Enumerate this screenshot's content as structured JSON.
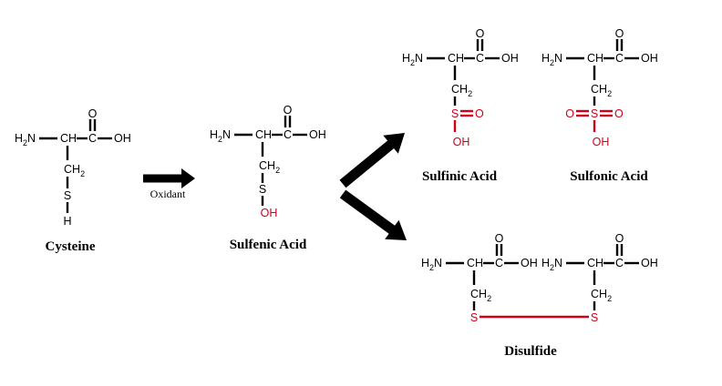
{
  "colors": {
    "bond": "#000000",
    "highlight": "#d0021b",
    "background": "#ffffff"
  },
  "labels": {
    "cysteine": "Cysteine",
    "oxidant": "Oxidant",
    "sulfenic": "Sulfenic Acid",
    "sulfinic": "Sulfinic Acid",
    "sulfonic": "Sulfonic Acid",
    "disulfide": "Disulfide"
  },
  "atoms": {
    "amine": "H",
    "amine_sub": "2",
    "amine_n": "N",
    "ch": "CH",
    "c": "C",
    "o": "O",
    "oh": "OH",
    "ch2": "CH",
    "ch2_sub": "2",
    "s": "S",
    "h": "H"
  }
}
